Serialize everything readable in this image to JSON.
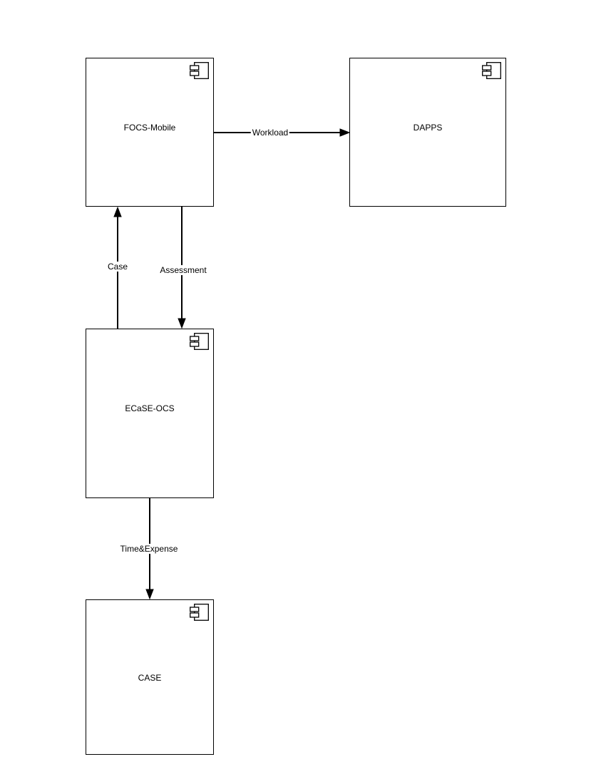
{
  "diagram": {
    "kind": "uml-component-diagram",
    "colors": {
      "background": "#ffffff",
      "stroke": "#000000",
      "text": "#000000",
      "shape_fill": "#ffffff"
    },
    "icons": [
      {
        "name": "uml-component-icon",
        "shape": "rectangle with two small tabs on left edge"
      }
    ],
    "components": [
      {
        "label": "FOCS-Mobile"
      },
      {
        "label": "DAPPS"
      },
      {
        "label": "ECaSE-OCS"
      },
      {
        "label": "CASE"
      }
    ],
    "connectors": [
      {
        "label": "Workload",
        "from": "FOCS-Mobile",
        "to": "DAPPS",
        "direction": "right"
      },
      {
        "label": "Case",
        "from": "ECaSE-OCS",
        "to": "FOCS-Mobile",
        "direction": "up"
      },
      {
        "label": "Assessment",
        "from": "FOCS-Mobile",
        "to": "ECaSE-OCS",
        "direction": "down"
      },
      {
        "label": "Time&Expense",
        "from": "ECaSE-OCS",
        "to": "CASE",
        "direction": "down"
      }
    ]
  }
}
